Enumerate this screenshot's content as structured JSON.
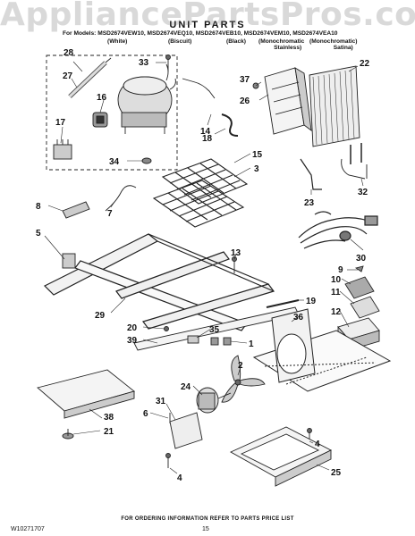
{
  "watermark": "AppliancePartsPros.com",
  "title": "UNIT PARTS",
  "models_line": "For Models: MSD2674VEW10, MSD2674VEQ10, MSD2674VEB10, MSD2674VEM10, MSD2674VEA10",
  "colors": {
    "white": "(White)",
    "biscuit": "(Biscuit)",
    "black": "(Black)",
    "mono_stainless_1": "(Monochromatic",
    "mono_stainless_2": "Stainless)",
    "mono_satina_1": "(Monochromatic)",
    "mono_satina_2": "Satina)"
  },
  "callouts": {
    "c1": "1",
    "c2": "2",
    "c3": "3",
    "c4a": "4",
    "c4b": "4",
    "c5": "5",
    "c6": "6",
    "c7": "7",
    "c8": "8",
    "c9": "9",
    "c10": "10",
    "c11": "11",
    "c12": "12",
    "c13": "13",
    "c14": "14",
    "c15": "15",
    "c16": "16",
    "c17": "17",
    "c18": "18",
    "c19": "19",
    "c20": "20",
    "c21": "21",
    "c22": "22",
    "c23": "23",
    "c24": "24",
    "c25": "25",
    "c26": "26",
    "c27": "27",
    "c28": "28",
    "c29": "29",
    "c30": "30",
    "c31": "31",
    "c32": "32",
    "c33": "33",
    "c34": "34",
    "c35": "35",
    "c36": "36",
    "c37": "37",
    "c38": "38",
    "c39": "39"
  },
  "footer_note": "FOR ORDERING INFORMATION REFER TO PARTS PRICE LIST",
  "doc_number": "W10271707",
  "page_number": "15"
}
